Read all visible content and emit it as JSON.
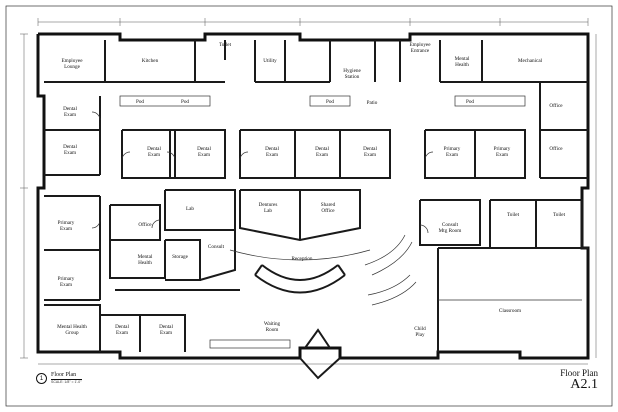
{
  "sheet": {
    "title": "Floor Plan",
    "number": "A2.1",
    "view_number": "1",
    "view_title": "Floor Plan",
    "view_scale": "SCALE: 1/8\" = 1'-0\""
  },
  "rooms": {
    "employee_lounge": [
      "Employee",
      "Lounge"
    ],
    "kitchen": "Kitchen",
    "toilet_top": "Toilet",
    "utility": "Utility",
    "hygiene_station": [
      "Hygiene",
      "Station"
    ],
    "employee_entrance": [
      "Employee",
      "Entrance"
    ],
    "mental_health_top": [
      "Mental",
      "Health"
    ],
    "mechanical": "Mechanical",
    "pod_1": "Pod",
    "pod_2": "Pod",
    "pod_3": "Pod",
    "pod_4": "Pod",
    "patio": "Patio",
    "office_right_1": "Office",
    "office_right_2": "Office",
    "dental_exam_l1": [
      "Dental",
      "Exam"
    ],
    "dental_exam_l2": [
      "Dental",
      "Exam"
    ],
    "dental_exam_c1": [
      "Dental",
      "Exam"
    ],
    "dental_exam_c2": [
      "Dental",
      "Exam"
    ],
    "dental_exam_c3": [
      "Dental",
      "Exam"
    ],
    "dental_exam_c4": [
      "Dental",
      "Exam"
    ],
    "dental_exam_c5": [
      "Dental",
      "Exam"
    ],
    "primary_exam_r1": [
      "Primary",
      "Exam"
    ],
    "primary_exam_r2": [
      "Primary",
      "Exam"
    ],
    "primary_exam_l1": [
      "Primary",
      "Exam"
    ],
    "primary_exam_l2": [
      "Primary",
      "Exam"
    ],
    "office_center": "Office",
    "lab": "Lab",
    "dentures_lab": [
      "Dentures",
      "Lab"
    ],
    "shared_office": [
      "Shared",
      "Office"
    ],
    "mental_health_mid": [
      "Mental",
      "Health"
    ],
    "storage": "Storage",
    "consult_mid": "Consult",
    "reception": "Reception",
    "consult_mtg": [
      "Consult",
      "Mtg Room"
    ],
    "toilet_r1": "Toilet",
    "toilet_r2": "Toilet",
    "classroom": "Classroom",
    "mental_health_group": [
      "Mental Health",
      "Group"
    ],
    "dental_exam_b1": [
      "Dental",
      "Exam"
    ],
    "dental_exam_b2": [
      "Dental",
      "Exam"
    ],
    "waiting_room": [
      "Waiting",
      "Room"
    ],
    "child_play": [
      "Child",
      "Play"
    ]
  }
}
